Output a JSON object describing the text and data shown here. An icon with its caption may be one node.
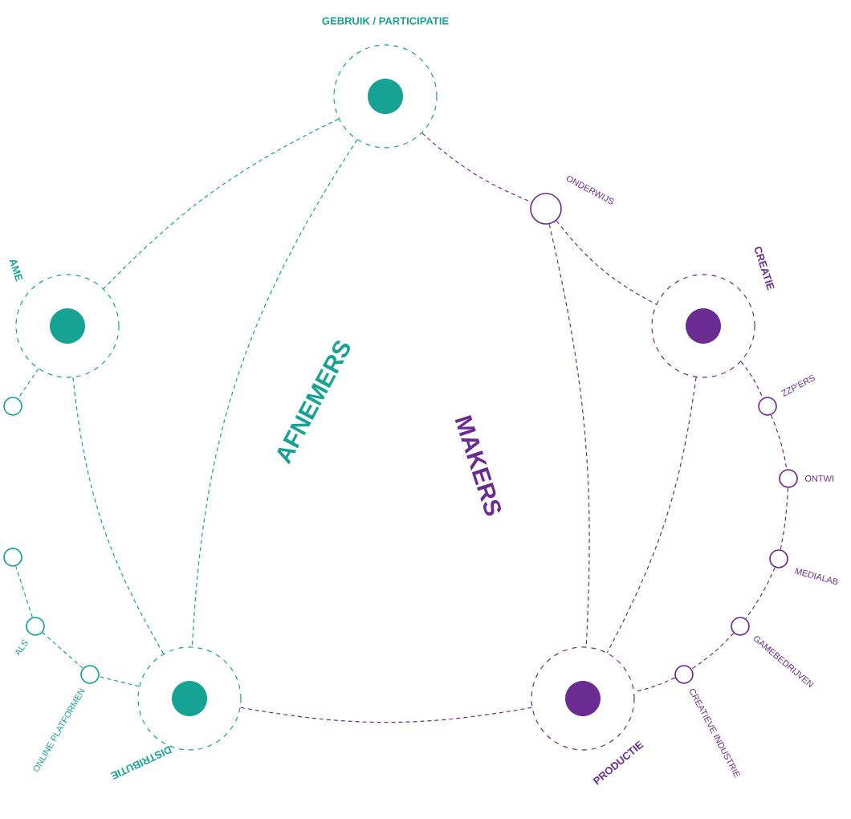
{
  "diagram": {
    "nodes": [
      {
        "text": [
          "GEBRUIK / PARTICIPATIE"
        ]
      },
      {
        "text": [
          "ONDERWIJS"
        ]
      },
      {
        "text": [
          "AME"
        ]
      },
      {
        "text": [
          "CREATIE"
        ]
      },
      {
        "text": [
          "ZZP'ERS"
        ]
      },
      {
        "text": [
          "ONTWI"
        ]
      },
      {
        "text": [
          "MEDIALAB"
        ]
      },
      {
        "text": [
          "GAMEBEDRIJVEN"
        ]
      },
      {
        "text": [
          "CREATIEVE INDUSTRIE"
        ]
      },
      {
        "text": [],
        "shape": "circle"
      },
      {
        "text": [],
        "shape": "circle"
      },
      {
        "text": [
          "ALS"
        ]
      },
      {
        "text": [
          "ONLINE PLATFORMEN"
        ]
      },
      {
        "text": [
          "DISTRIBUTIE"
        ]
      },
      {
        "text": [
          "PRODUCTIE"
        ]
      }
    ],
    "edges": [
      {
        "from": 0,
        "to": 1,
        "arrow": "none",
        "style": "dashed"
      },
      {
        "from": 1,
        "to": 3,
        "arrow": "none",
        "style": "dashed"
      },
      {
        "from": 1,
        "to": 14,
        "arrow": "none",
        "style": "dashed"
      },
      {
        "from": 0,
        "to": 2,
        "arrow": "none",
        "style": "dashed",
        "color": "#16a394"
      },
      {
        "from": 0,
        "to": 13,
        "arrow": "none",
        "style": "dashed",
        "color": "#16a394"
      },
      {
        "from": 2,
        "to": 13,
        "arrow": "none",
        "style": "dashed",
        "color": "#16a394"
      },
      {
        "from": 2,
        "to": 9,
        "arrow": "none",
        "style": "dashed",
        "color": "#16a394"
      },
      {
        "from": 3,
        "to": 14,
        "arrow": "none",
        "style": "dashed"
      },
      {
        "from": 3,
        "to": 4,
        "arrow": "none",
        "style": "dashed"
      },
      {
        "from": 4,
        "to": 5,
        "arrow": "none",
        "style": "dashed"
      },
      {
        "from": 5,
        "to": 6,
        "arrow": "none",
        "style": "dashed"
      },
      {
        "from": 6,
        "to": 7,
        "arrow": "none",
        "style": "dashed"
      },
      {
        "from": 7,
        "to": 8,
        "arrow": "none",
        "style": "dashed"
      },
      {
        "from": 8,
        "to": 14,
        "arrow": "none",
        "style": "dashed"
      },
      {
        "from": 14,
        "to": 13,
        "arrow": "none",
        "style": "dashed"
      },
      {
        "from": 13,
        "to": 12,
        "arrow": "none",
        "style": "dashed",
        "color": "#16a394"
      },
      {
        "from": 12,
        "to": 11,
        "arrow": "none",
        "style": "dashed",
        "color": "#16a394"
      },
      {
        "from": 11,
        "to": 10,
        "arrow": "none",
        "style": "dashed",
        "color": "#16a394"
      }
    ],
    "labels": [
      "AFNEMERS",
      "MAKERS"
    ]
  }
}
